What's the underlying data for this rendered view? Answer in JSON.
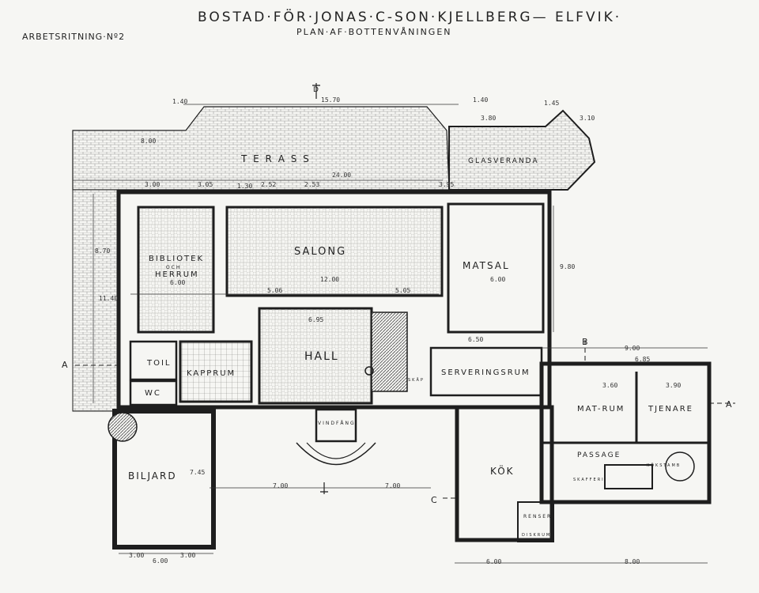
{
  "sheet": {
    "title": "BOSTAD·FÖR·JONAS·C-SON·KJELLBERG— ELFVIK·",
    "subtitle": "PLAN·AF·BOTTENVÅNINGEN",
    "sheet_number": "ARBETSRITNING·Nº2"
  },
  "rooms": {
    "terass": "T E R A S S",
    "glasveranda": "GLASVERANDA",
    "bibliotek": "BIBLIOTEK",
    "och": "OCH",
    "herrum": "HERRUM",
    "salong": "SALONG",
    "matsal": "MATSAL",
    "hall": "HALL",
    "toil": "TOIL",
    "kapprum": "KAPPRUM",
    "wc": "WC",
    "serveringsrum": "SERVERINGSRUM",
    "matrum": "MAT-RUM",
    "tjenare": "TJENARE",
    "passage": "PASSAGE",
    "kok": "KÖK",
    "biljard": "BILJARD",
    "vindfang": "VINDFÅNG",
    "skafferi": "SKAFFERI",
    "kokstamb": "KÖKSTAMB",
    "renseri": "RENSERI",
    "diskrum": "DISKRUM",
    "skap": "SKÅP"
  },
  "dimensions": {
    "d1570": "15.70",
    "d140a": "1.40",
    "d140b": "1.40",
    "d145": "1.45",
    "d310": "3.10",
    "d380": "3.80",
    "d800": "8.00",
    "d2400": "24.00",
    "d300a": "3.00",
    "d305": "3.05",
    "d130": "1.30",
    "d252": "2.52",
    "d253": "2.53",
    "d395": "3.95",
    "d600a": "6.00",
    "d1200": "12.00",
    "d600b": "6.00",
    "d506": "5.06",
    "d505": "5.05",
    "d695": "6.95",
    "d650": "6.50",
    "d900": "9.00",
    "d685": "6.85",
    "d360": "3.60",
    "d390": "3.90",
    "d700a": "7.00",
    "d700b": "7.00",
    "d745": "7.45",
    "d300b": "3.00",
    "d600c": "6.00",
    "d300c": "3.00",
    "d600d": "6.00",
    "d800b": "8.00",
    "d980": "9.80",
    "d1140": "11.40",
    "d870": "8.70"
  },
  "markers": {
    "a_left": "A",
    "a_right": "A",
    "b_top": "B",
    "c_left": "C",
    "d": "D"
  },
  "colors": {
    "ink": "#1e1e1e",
    "paper": "#f6f6f3",
    "hatch": "#8a8a88"
  }
}
